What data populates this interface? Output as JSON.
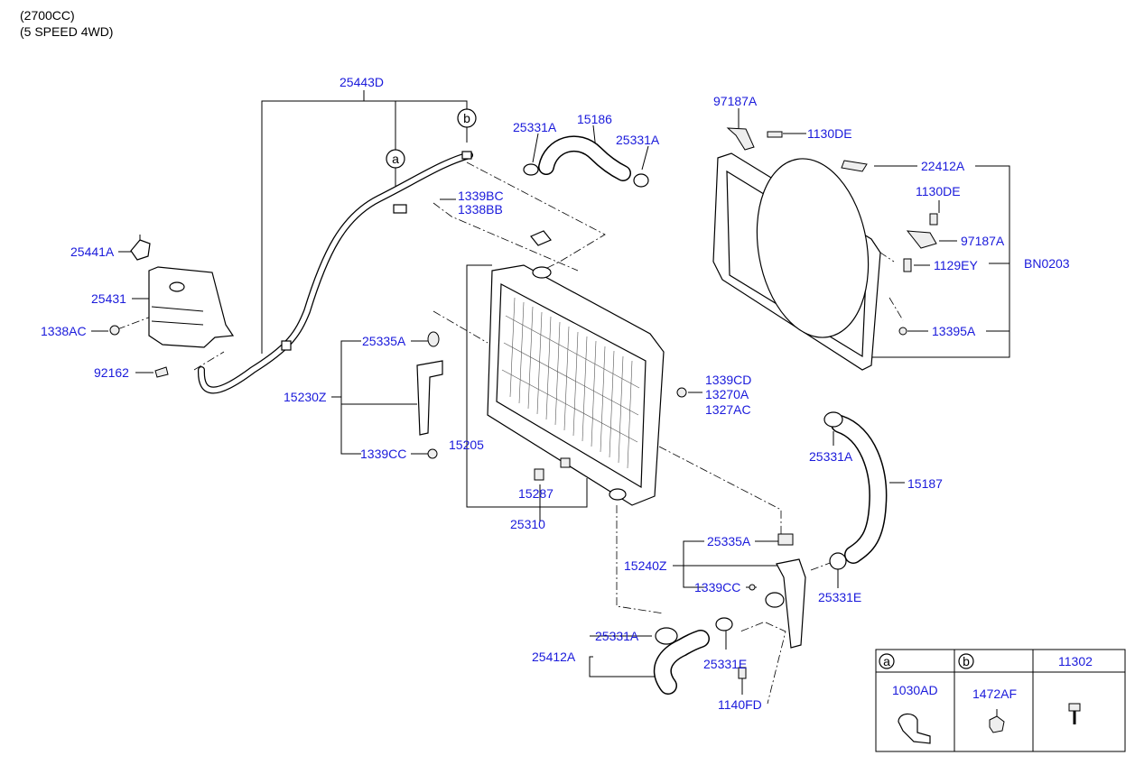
{
  "header": {
    "line1": "(2700CC)",
    "line2": "(5 SPEED 4WD)"
  },
  "labels": {
    "p25443D": "25443D",
    "p25331A_top1": "25331A",
    "p15186": "15186",
    "p25331A_top2": "25331A",
    "p97187A_top": "97187A",
    "p1130DE_top": "1130DE",
    "p22412A": "22412A",
    "p1130DE_mid": "1130DE",
    "p97187A_mid": "97187A",
    "p1129EY": "1129EY",
    "pBN0203": "BN0203",
    "p13395A": "13395A",
    "p1339BC": "1339BC",
    "p1338BB": "1338BB",
    "p25441A": "25441A",
    "p25431": "25431",
    "p1338AC": "1338AC",
    "p92162": "92162",
    "p25335A_left": "25335A",
    "p15230Z": "15230Z",
    "p1339CC_left": "1339CC",
    "p15205": "15205",
    "p1339CD": "1339CD",
    "p13270A": "13270A",
    "p1327AC": "1327AC",
    "p15287": "15287",
    "p25310": "25310",
    "p25331A_right": "25331A",
    "p15187": "15187",
    "p25335A_right": "25335A",
    "p15240Z": "15240Z",
    "p1339CC_right": "1339CC",
    "p25331E_right": "25331E",
    "p25331A_bottom": "25331A",
    "p25412A": "25412A",
    "p25331E_bottom": "25331E",
    "p1140FD": "1140FD"
  },
  "callouts": {
    "a": "a",
    "b": "b"
  },
  "legend": {
    "col_a_letter": "a",
    "col_b_letter": "b",
    "col_c_code": "11302",
    "col_a_part": "1030AD",
    "col_b_part": "1472AF"
  }
}
